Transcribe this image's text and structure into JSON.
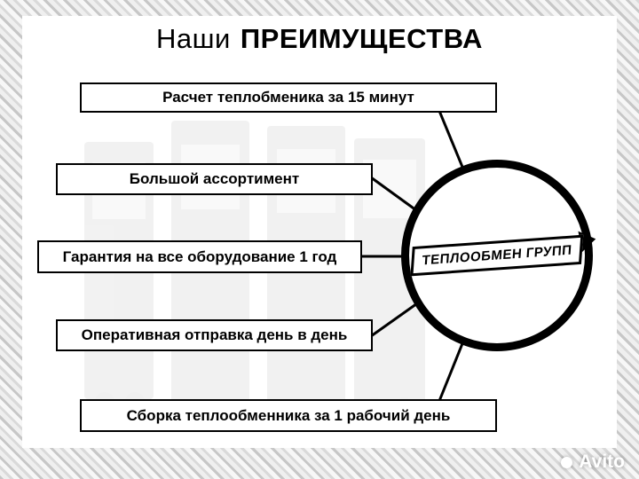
{
  "title": {
    "prefix": "Наши",
    "emphasis": "ПРЕИМУЩЕСТВА"
  },
  "advantages": [
    {
      "label": "Расчет теплобменика за 15 минут"
    },
    {
      "label": "Большой ассортимент"
    },
    {
      "label": "Гарантия на все оборудование 1 год"
    },
    {
      "label": "Оперативная отправка день в день"
    },
    {
      "label": "Сборка теплообменника за 1 рабочий день"
    }
  ],
  "logo": {
    "text": "ТЕПЛООБМЕН ГРУПП"
  },
  "watermark": {
    "text": "Avito"
  },
  "colors": {
    "accent": "#000000",
    "surface": "#ffffff",
    "frame_stripe": "#d9d9d9"
  }
}
